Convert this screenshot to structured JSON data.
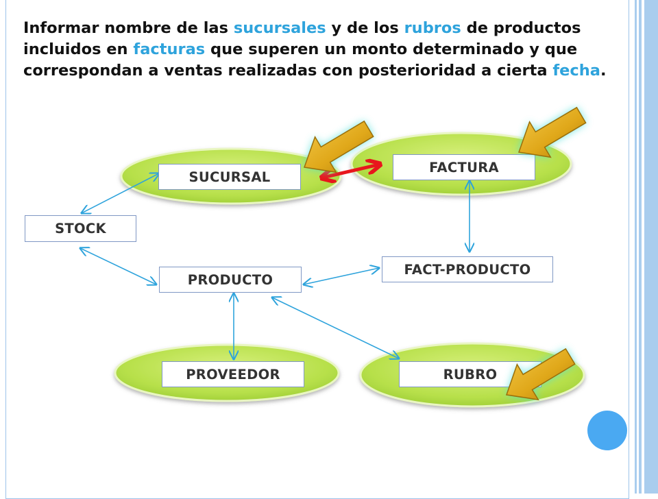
{
  "title": {
    "segments": [
      {
        "text": "Informar nombre de las ",
        "highlight": false
      },
      {
        "text": "sucursales",
        "highlight": true
      },
      {
        "text": " y de los ",
        "highlight": false
      },
      {
        "text": "rubros",
        "highlight": true
      },
      {
        "text": " de productos incluidos en ",
        "highlight": false
      },
      {
        "text": "facturas",
        "highlight": true
      },
      {
        "text": " que superen un monto determinado y que correspondan a ventas realizadas con posterioridad a cierta  ",
        "highlight": false
      },
      {
        "text": "fecha",
        "highlight": true
      },
      {
        "text": ".",
        "highlight": false
      }
    ]
  },
  "entities": {
    "sucursal": "SUCURSAL",
    "factura": "FACTURA",
    "stock": "STOCK",
    "fact_producto": "FACT-PRODUCTO",
    "producto": "PRODUCTO",
    "proveedor": "PROVEEDOR",
    "rubro": "RUBRO"
  },
  "colors": {
    "highlight_text": "#2ea3dc",
    "title_text": "#111111",
    "ellipse_fill": "#b7e04a",
    "connector": "#2ea3dc",
    "red_arrow": "#e8161c",
    "pointer_arrow": "#e0a81a",
    "pointer_glow": "#4fe0d8",
    "circle": "#4aa9f2"
  },
  "icons": [
    "highlight-arrow-icon",
    "red-link-arrow-icon"
  ]
}
